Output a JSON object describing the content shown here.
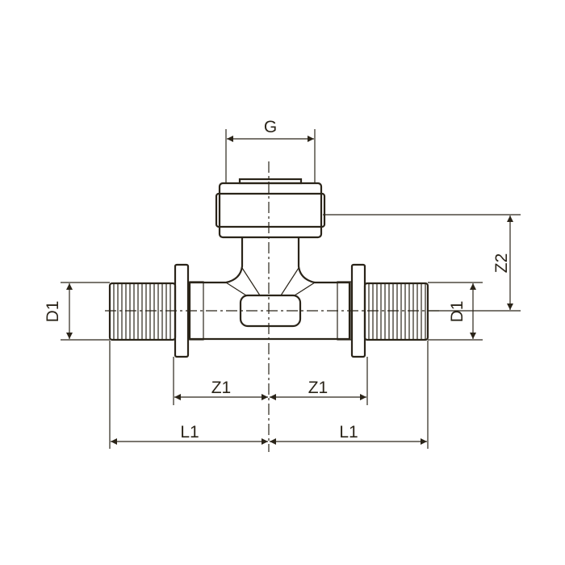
{
  "title": "Tee fitting with threaded branch - dimension drawing",
  "labels": {
    "g": "G",
    "z2": "Z2",
    "d1_left": "D1",
    "d1_right": "D1",
    "z1_left": "Z1",
    "z1_right": "Z1",
    "l1_left": "L1",
    "l1_right": "L1"
  },
  "colors": {
    "line": "#2a2419",
    "background": "#ffffff"
  }
}
